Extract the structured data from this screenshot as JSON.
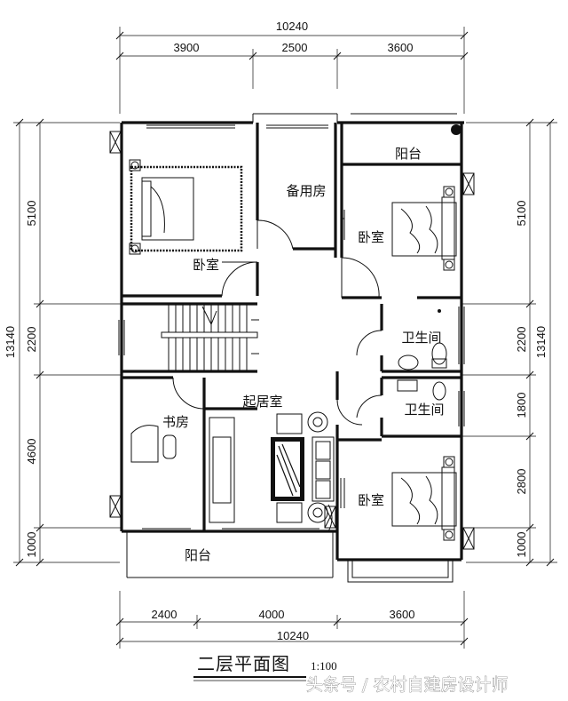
{
  "dimensions": {
    "top_total": "10240",
    "top_segments": [
      "3900",
      "2500",
      "3600"
    ],
    "bottom_segments": [
      "2400",
      "4000",
      "3600"
    ],
    "bottom_total": "10240",
    "left_total": "13140",
    "left_segments": [
      "5100",
      "2200",
      "4600",
      "1000"
    ],
    "right_total": "13140",
    "right_segments": [
      "5100",
      "2200",
      "1800",
      "2800",
      "1000"
    ]
  },
  "rooms": {
    "bedroom_top_left": "卧室",
    "spare_room": "备用房",
    "balcony_top": "阳台",
    "bedroom_right_upper": "卧室",
    "bathroom_upper": "卫生间",
    "bathroom_lower": "卫生间",
    "living_room": "起居室",
    "study": "书房",
    "bedroom_right_lower": "卧室",
    "balcony_bottom": "阳台"
  },
  "title": "二层平面图",
  "scale": "1:100",
  "watermark": "头条号 / 农村自建房设计师"
}
